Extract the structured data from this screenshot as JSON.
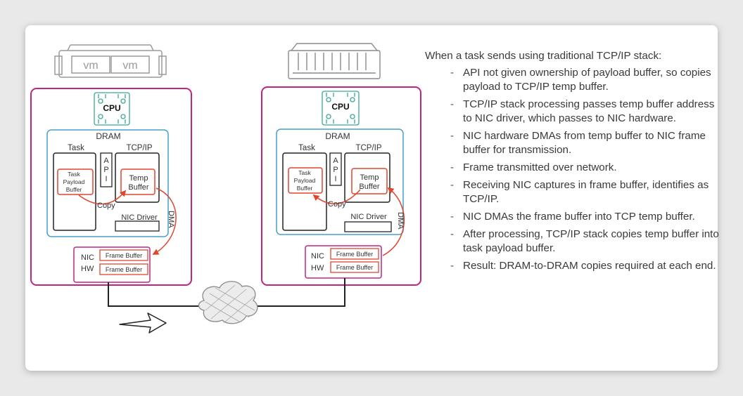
{
  "left_host": {
    "vm_labels": [
      "vm",
      "vm"
    ],
    "cpu": "CPU",
    "dram": "DRAM",
    "task": "Task",
    "tcpip": "TCP/IP",
    "api": [
      "A",
      "P",
      "I"
    ],
    "task_payload_buffer": [
      "Task",
      "Payload",
      "Buffer"
    ],
    "temp_buffer": [
      "Temp",
      "Buffer"
    ],
    "copy": "Copy",
    "nic_driver": "NIC Driver",
    "dma": "DMA",
    "nic": "NIC",
    "hw": "HW",
    "frame_buffers": [
      "Frame Buffer",
      "Frame Buffer"
    ]
  },
  "right_host": {
    "cpu": "CPU",
    "dram": "DRAM",
    "task": "Task",
    "tcpip": "TCP/IP",
    "api": [
      "A",
      "P",
      "I"
    ],
    "task_payload_buffer": [
      "Task",
      "Payload",
      "Buffer"
    ],
    "temp_buffer": [
      "Temp",
      "Buffer"
    ],
    "copy": "Copy",
    "nic_driver": "NIC Driver",
    "dma": "DMA",
    "nic": "NIC",
    "hw": "HW",
    "frame_buffers": [
      "Frame Buffer",
      "Frame Buffer"
    ]
  },
  "colors": {
    "host_border": "#c0257e",
    "dram_border": "#4a9fc8",
    "buffer_red": "#e0452f",
    "cpu_teal": "#3aa89a",
    "text": "#3a3a3a"
  },
  "notes": {
    "heading": "When a task sends using traditional TCP/IP stack:",
    "items": [
      "API not given ownership of payload buffer, so copies payload to TCP/IP temp buffer.",
      "TCP/IP stack processing passes temp buffer address to NIC driver, which passes to NIC hardware.",
      "NIC hardware DMAs from temp buffer to NIC frame buffer for transmission.",
      "Frame transmitted over network.",
      "Receiving NIC captures in frame buffer, identifies as TCP/IP.",
      "NIC DMAs the frame buffer into TCP temp buffer.",
      "After processing, TCP/IP stack copies temp buffer into task payload buffer.",
      "Result: DRAM-to-DRAM copies required at each end."
    ]
  }
}
